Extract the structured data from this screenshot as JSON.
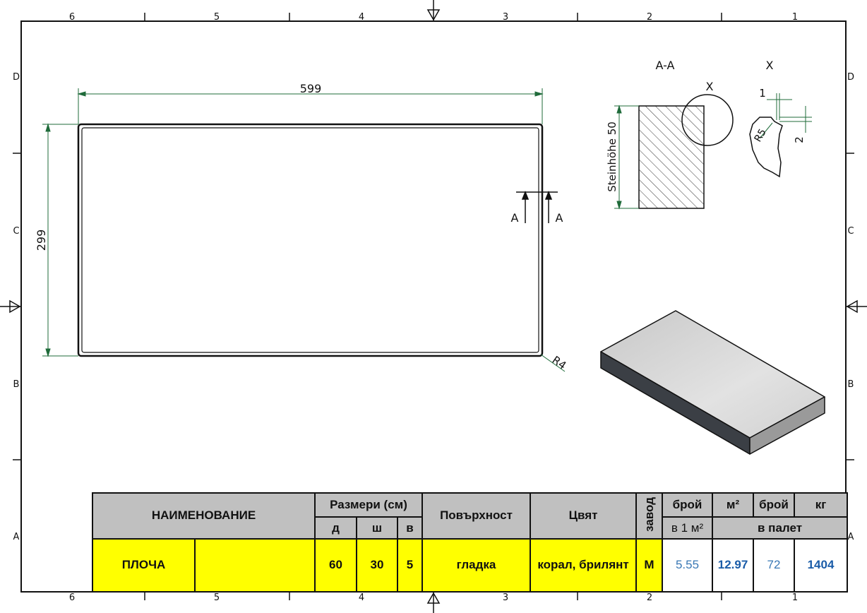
{
  "frame": {
    "col_numbers": [
      "6",
      "5",
      "4",
      "3",
      "2",
      "1"
    ],
    "row_letters": [
      "D",
      "C",
      "B",
      "A"
    ]
  },
  "plan_view": {
    "length_dim": "599",
    "width_dim": "299",
    "corner_radius": "R4",
    "section_mark_left": "A",
    "section_mark_right": "A"
  },
  "section_view": {
    "title": "A-A",
    "height_label": "Steinhöhe 50",
    "detail_marker": "X"
  },
  "detail_view": {
    "title": "X",
    "dim_1": "1",
    "dim_2": "2",
    "radius": "R5"
  },
  "title_block": {
    "headers": {
      "name": "НАИМЕНОВАНИЕ",
      "dimensions": "Размери (см)",
      "d": "д",
      "sh": "ш",
      "v": "в",
      "surface": "Повърхност",
      "color": "Цвят",
      "factory": "завод",
      "count": "брой",
      "per_m2": "в 1 м²",
      "m2": "м²",
      "count2": "брой",
      "kg": "кг",
      "per_pallet": "в палет"
    },
    "row": {
      "name": "ПЛОЧА",
      "code": "",
      "d": "60",
      "sh": "30",
      "v": "5",
      "surface": "гладка",
      "color": "корал, брилянт",
      "factory": "М",
      "per_m2": "5.55",
      "m2": "12.97",
      "count": "72",
      "kg": "1404"
    }
  },
  "colors": {
    "line": "#111111",
    "dimension": "#1f6b3a",
    "header_bg": "#c0c0c0",
    "row_bg": "#ffff00",
    "value_blue": "#1a5ca8"
  }
}
